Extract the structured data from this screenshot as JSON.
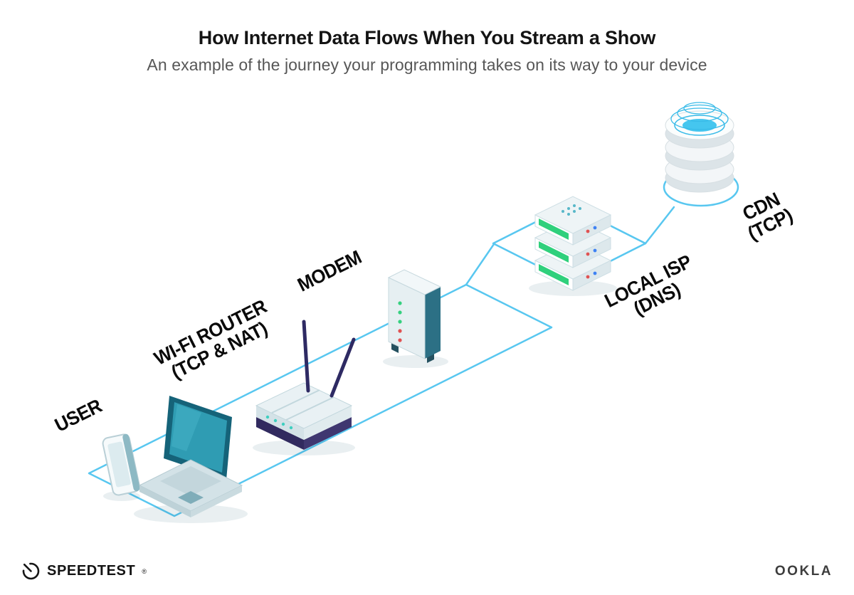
{
  "title": "How Internet Data Flows When You Stream a Show",
  "subtitle": "An example of the journey your programming takes on its way to your device",
  "nodes": {
    "user": {
      "label": "USER"
    },
    "wifi_router": {
      "label": "WI-FI ROUTER",
      "sublabel": "(TCP & NAT)"
    },
    "modem": {
      "label": "MODEM"
    },
    "local_isp": {
      "label": "LOCAL ISP",
      "sublabel": "(DNS)"
    },
    "cdn": {
      "label": "CDN",
      "sublabel": "(TCP)"
    }
  },
  "footer": {
    "speedtest_wordmark": "SPEEDTEST",
    "speedtest_trademark": "®",
    "ookla_wordmark": "OOKLA"
  },
  "colors": {
    "connection_line": "#58c7f0",
    "device_teal_dark": "#156379",
    "device_teal_mid": "#2f9cb3",
    "led_green": "#35d07f",
    "led_red": "#e05252",
    "antenna_navy": "#2e2a63",
    "cdn_cyan": "#45c6ef"
  }
}
